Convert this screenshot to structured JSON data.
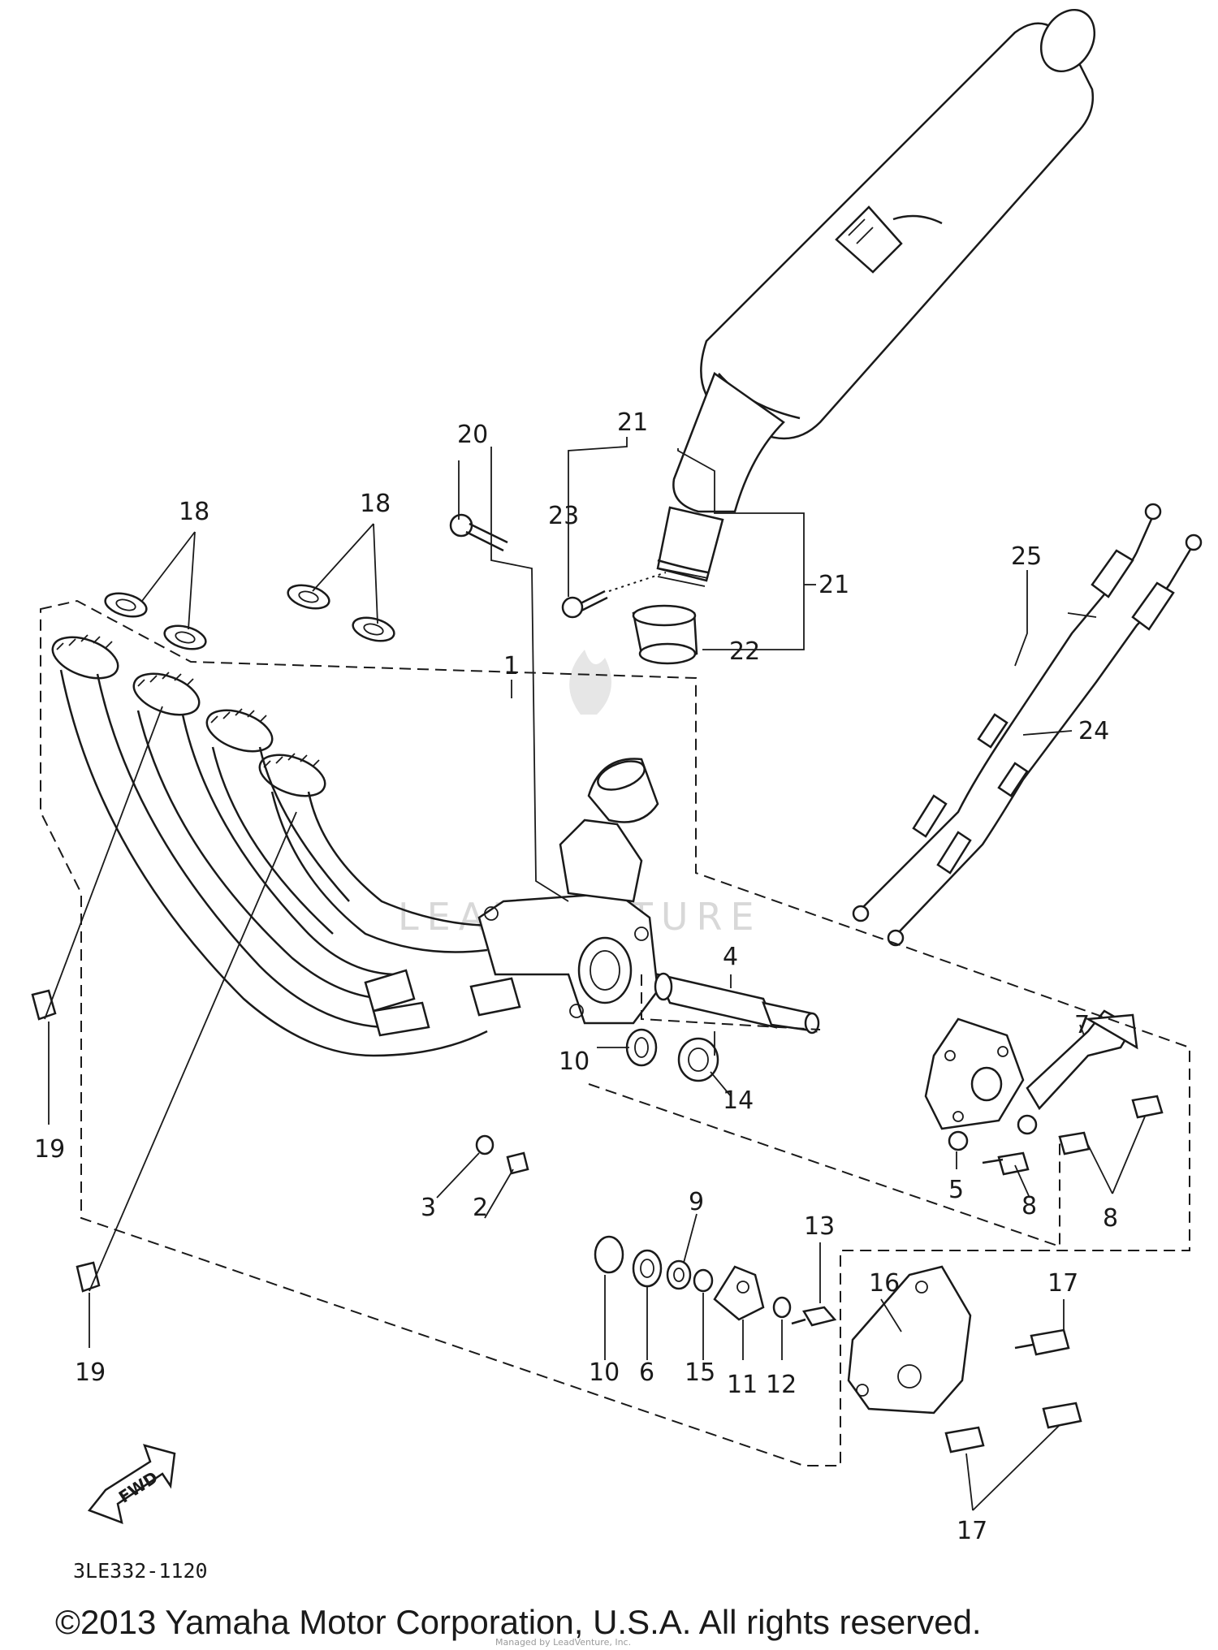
{
  "diagram": {
    "code": "3LE332-1120",
    "copyright": "©2013 Yamaha Motor Corporation, U.S.A. All rights reserved.",
    "watermark": "LEADVENTURE",
    "small_print": "Managed by LeadVenture, Inc.",
    "fwd_label": "FWD",
    "callouts": {
      "c1": "1",
      "c2": "2",
      "c3": "3",
      "c4": "4",
      "c5": "5",
      "c6": "6",
      "c7": "7",
      "c8a": "8",
      "c8b": "8",
      "c9": "9",
      "c10a": "10",
      "c10b": "10",
      "c11": "11",
      "c12": "12",
      "c13": "13",
      "c14": "14",
      "c15": "15",
      "c16": "16",
      "c17a": "17",
      "c17b": "17",
      "c18a": "18",
      "c18b": "18",
      "c19a": "19",
      "c19b": "19",
      "c20": "20",
      "c21a": "21",
      "c21b": "21",
      "c22": "22",
      "c23": "23",
      "c24": "24",
      "c25": "25"
    }
  }
}
